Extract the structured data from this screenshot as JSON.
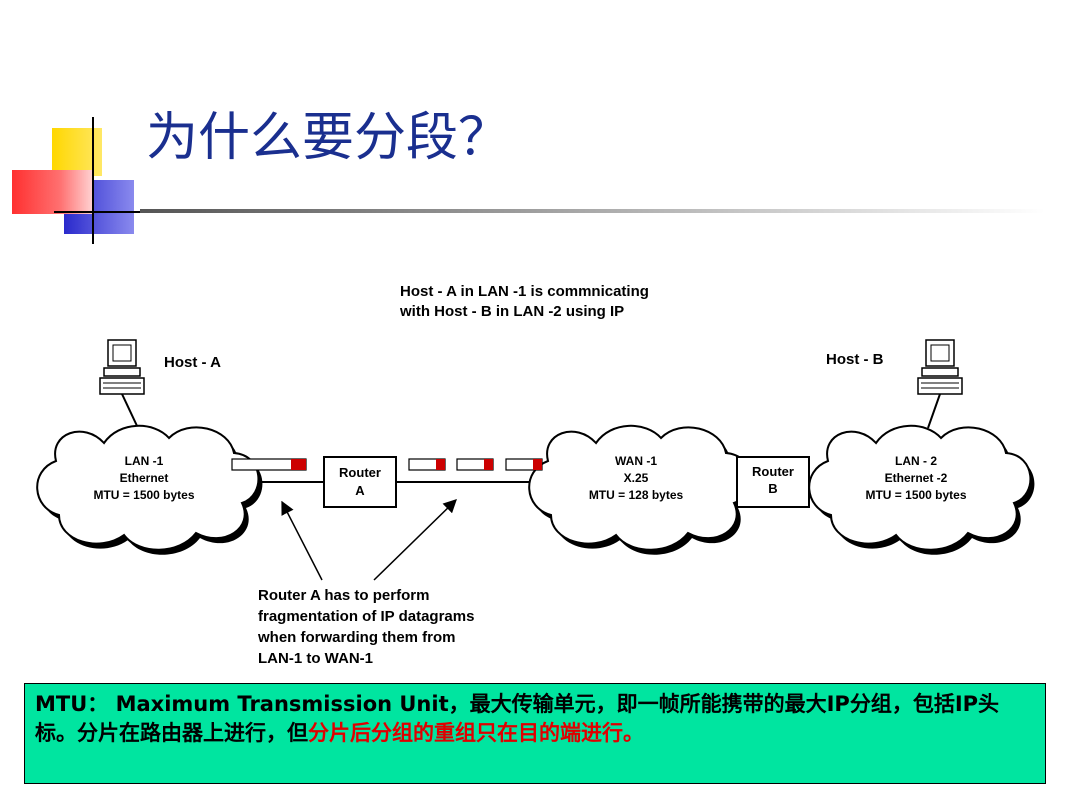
{
  "slide": {
    "title": "为什么要分段？"
  },
  "diagram": {
    "caption_line1": "Host - A in LAN -1 is commnicating",
    "caption_line2": "with Host - B in LAN -2 using IP",
    "host_a_label": "Host - A",
    "host_b_label": "Host - B",
    "lan1": {
      "line1": "LAN -1",
      "line2": "Ethernet",
      "line3": "MTU = 1500 bytes"
    },
    "router_a": {
      "line1": "Router",
      "line2": "A"
    },
    "wan1": {
      "line1": "WAN -1",
      "line2": "X.25",
      "line3": "MTU = 128 bytes"
    },
    "router_b": {
      "line1": "Router",
      "line2": "B"
    },
    "lan2": {
      "line1": "LAN - 2",
      "line2": "Ethernet -2",
      "line3": "MTU = 1500 bytes"
    },
    "annotation": [
      "Router A has to perform",
      "fragmentation of IP datagrams",
      "when forwarding them from",
      "LAN-1 to WAN-1"
    ]
  },
  "note": {
    "part1": "MTU：  Maximum Transmission Unit，最大传输单元，即一帧所能携带的最大IP分组，包括IP头标。分片在路由器上进行，但",
    "part2_red": "分片后分组的重组只在目的端进行。"
  },
  "colors": {
    "title": "#1a2f8f",
    "note_bg": "#00e5a0",
    "highlight_red": "#e00000",
    "packet_red": "#cc0000"
  }
}
